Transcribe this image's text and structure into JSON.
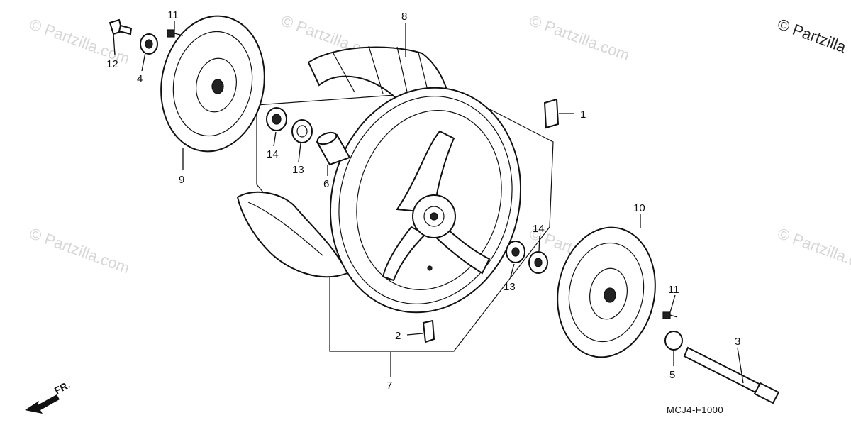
{
  "diagram_code": "MCJ4-F1000",
  "direction_label": "FR.",
  "watermark_text": "© Partzilla.com",
  "corner_watermark": "© Partzilla",
  "callouts": [
    {
      "id": "c1",
      "label": "1"
    },
    {
      "id": "c2",
      "label": "2"
    },
    {
      "id": "c3",
      "label": "3"
    },
    {
      "id": "c4",
      "label": "4"
    },
    {
      "id": "c5",
      "label": "5"
    },
    {
      "id": "c6",
      "label": "6"
    },
    {
      "id": "c7",
      "label": "7"
    },
    {
      "id": "c8",
      "label": "8"
    },
    {
      "id": "c9",
      "label": "9"
    },
    {
      "id": "c10",
      "label": "10"
    },
    {
      "id": "c11a",
      "label": "11"
    },
    {
      "id": "c11b",
      "label": "11"
    },
    {
      "id": "c12",
      "label": "12"
    },
    {
      "id": "c13a",
      "label": "13"
    },
    {
      "id": "c13b",
      "label": "13"
    },
    {
      "id": "c14a",
      "label": "14"
    },
    {
      "id": "c14b",
      "label": "14"
    }
  ]
}
